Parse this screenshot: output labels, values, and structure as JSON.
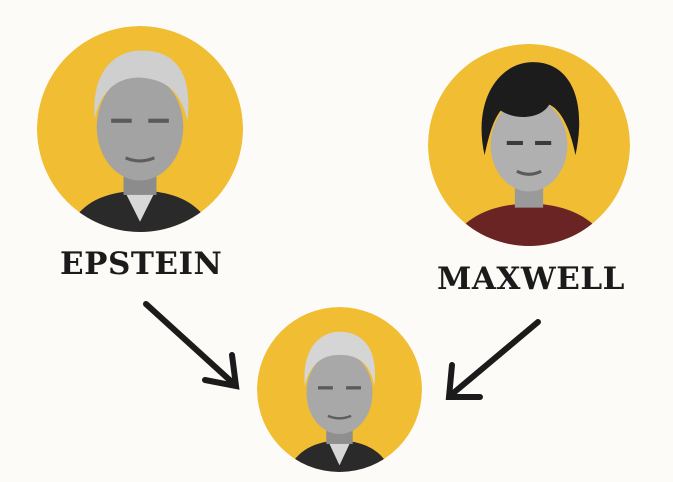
{
  "colors": {
    "background": "#fcfbf7",
    "accent_circle": "#f0bd33",
    "text": "#1b1b1b",
    "arrow": "#1b1b1b"
  },
  "labels": {
    "left": "EPSTEIN",
    "right": "MAXWELL"
  },
  "portraits": [
    {
      "name": "left",
      "description_icon": "portrait-icon",
      "subject": "gray-haired man in suit"
    },
    {
      "name": "right",
      "description_icon": "portrait-icon",
      "subject": "dark-haired woman in maroon top"
    },
    {
      "name": "bottom",
      "description_icon": "portrait-icon",
      "subject": "gray-haired man in suit"
    }
  ]
}
